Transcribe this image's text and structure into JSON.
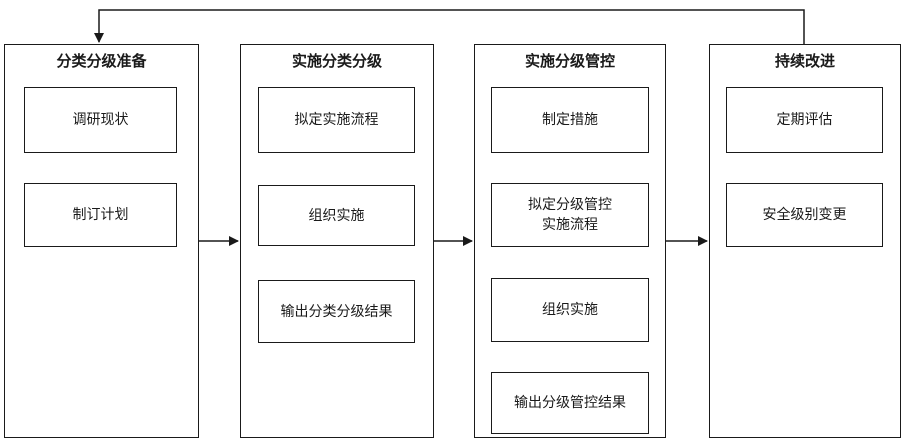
{
  "phases": [
    {
      "title": "分类分级准备",
      "steps": [
        "调研现状",
        "制订计划"
      ]
    },
    {
      "title": "实施分类分级",
      "steps": [
        "拟定实施流程",
        "组织实施",
        "输出分类分级结果"
      ]
    },
    {
      "title": "实施分级管控",
      "steps": [
        "制定措施",
        "拟定分级管控\n实施流程",
        "组织实施",
        "输出分级管控结果"
      ]
    },
    {
      "title": "持续改进",
      "steps": [
        "定期评估",
        "安全级别变更"
      ]
    }
  ],
  "colors": {
    "line": "#1a1a1a",
    "background": "#ffffff"
  }
}
